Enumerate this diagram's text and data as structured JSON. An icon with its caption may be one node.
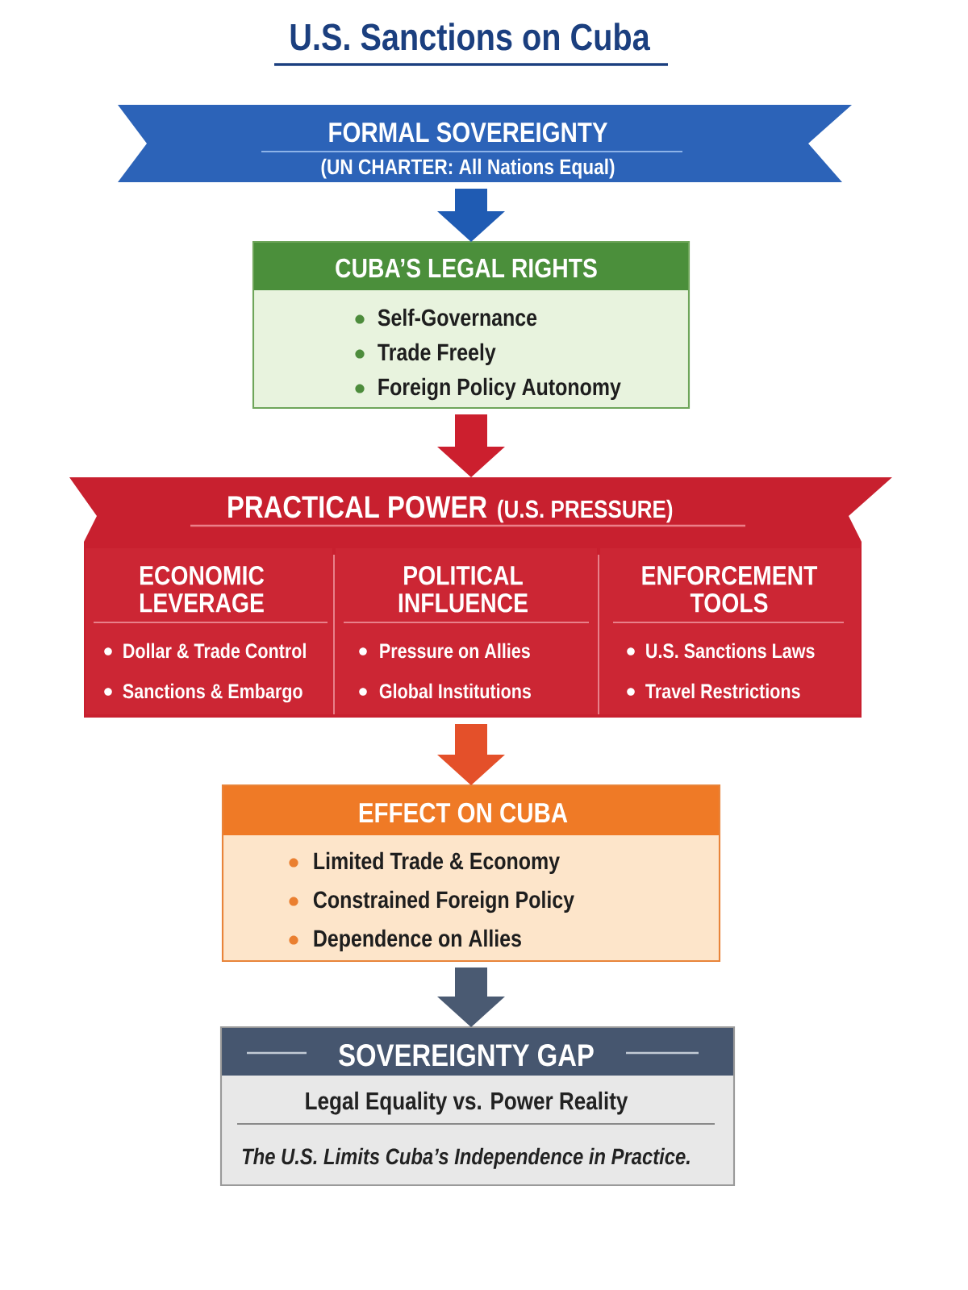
{
  "diagram": {
    "title": "U.S. Sanctions on Cuba",
    "nodes": [
      {
        "text": [
          "FORMAL SOVEREIGNTY",
          "(UN CHARTER: All Nations Equal)"
        ]
      },
      {
        "text": [
          "CUBA’S LEGAL RIGHTS",
          "Self-Governance",
          "Trade Freely",
          "Foreign Policy Autonomy"
        ]
      },
      {
        "text": [
          "PRACTICAL POWER",
          "(U.S. PRESSURE)"
        ]
      },
      {
        "text": [
          "ECONOMIC LEVERAGE",
          "Dollar & Trade Control",
          "Sanctions & Embargo"
        ],
        "in": 2
      },
      {
        "text": [
          "POLITICAL INFLUENCE",
          "Pressure on Allies",
          "Global Institutions"
        ],
        "in": 2
      },
      {
        "text": [
          "ENFORCEMENT TOOLS",
          "U.S. Sanctions Laws",
          "Travel Restrictions"
        ],
        "in": 2
      },
      {
        "text": [
          "EFFECT ON CUBA",
          "Limited Trade & Economy",
          "Constrained Foreign Policy",
          "Dependence on Allies"
        ]
      },
      {
        "text": [
          "SOVEREIGNTY GAP",
          "Legal Equality vs. Power Reality",
          "The U.S. Limits Cuba’s Independence in Practice."
        ]
      }
    ],
    "edges": [
      {
        "from": 0,
        "to": 1,
        "arrow": "to",
        "color": "#1f5bb3"
      },
      {
        "from": 1,
        "to": 2,
        "arrow": "to",
        "color": "#cc1f2e"
      },
      {
        "from": 2,
        "to": 6,
        "arrow": "to",
        "color": "#e4502a"
      },
      {
        "from": 6,
        "to": 7,
        "arrow": "to",
        "color": "#4a5a72"
      }
    ]
  }
}
